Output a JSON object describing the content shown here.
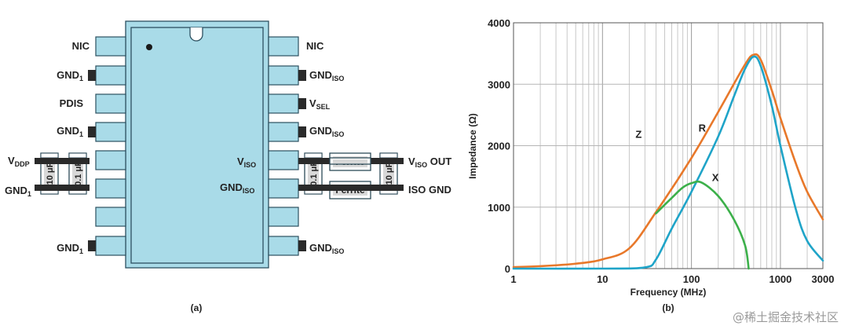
{
  "pins_left": [
    {
      "name": "NIC",
      "sub": ""
    },
    {
      "name": "GND",
      "sub": "1"
    },
    {
      "name": "PDIS",
      "sub": ""
    },
    {
      "name": "GND",
      "sub": "1"
    },
    {
      "name": "V",
      "sub": "DDP"
    },
    {
      "name": "GND",
      "sub": "1"
    },
    {
      "name": "GND",
      "sub": "1"
    }
  ],
  "pins_right": [
    {
      "name": "NIC",
      "sub": ""
    },
    {
      "name": "GND",
      "sub": "ISO"
    },
    {
      "name": "V",
      "sub": "SEL"
    },
    {
      "name": "GND",
      "sub": "ISO"
    },
    {
      "name": "GND",
      "sub": "ISO"
    }
  ],
  "inner_labels": {
    "viso": {
      "name": "V",
      "sub": "ISO"
    },
    "gndiso": {
      "name": "GND",
      "sub": "ISO"
    }
  },
  "components": {
    "cap_10uf": "10 μF",
    "cap_01uf": "0.1 μF",
    "ferrite": "Ferrite"
  },
  "outputs": {
    "viso_out": {
      "name": "V",
      "sub": "ISO",
      "suffix": " OUT"
    },
    "iso_gnd": "ISO GND"
  },
  "captions": {
    "a": "(a)",
    "b": "(b)"
  },
  "watermark": "@稀土掘金技术社区",
  "chart_data": {
    "type": "line",
    "xscale": "log",
    "xlim": [
      1,
      3000
    ],
    "ylim": [
      0,
      4000
    ],
    "xlabel": "Frequency (MHz)",
    "ylabel": "Impedance (Ω)",
    "xticks": [
      "1",
      "10",
      "100",
      "1000",
      "3000"
    ],
    "yticks": [
      "0",
      "1000",
      "2000",
      "3000",
      "4000"
    ],
    "grid": true,
    "colors": {
      "Z": "#e8782a",
      "R": "#1fa4c8",
      "X": "#3cb04a"
    },
    "series": [
      {
        "name": "Z",
        "x": [
          1,
          2,
          5,
          10,
          20,
          40,
          100,
          200,
          400,
          500,
          600,
          800,
          1000,
          1500,
          2000,
          3000
        ],
        "y": [
          25,
          40,
          80,
          150,
          330,
          920,
          1800,
          2550,
          3320,
          3480,
          3400,
          2900,
          2450,
          1700,
          1250,
          800
        ]
      },
      {
        "name": "R",
        "x": [
          1,
          10,
          30,
          40,
          60,
          100,
          200,
          300,
          400,
          500,
          600,
          800,
          1000,
          1500,
          2000,
          3000
        ],
        "y": [
          0,
          0,
          20,
          150,
          650,
          1250,
          2150,
          2800,
          3250,
          3450,
          3300,
          2650,
          2000,
          950,
          450,
          130
        ]
      },
      {
        "name": "X",
        "x": [
          40,
          60,
          80,
          100,
          130,
          200,
          300,
          400,
          440
        ],
        "y": [
          900,
          1150,
          1320,
          1390,
          1400,
          1180,
          800,
          380,
          0
        ]
      }
    ]
  }
}
